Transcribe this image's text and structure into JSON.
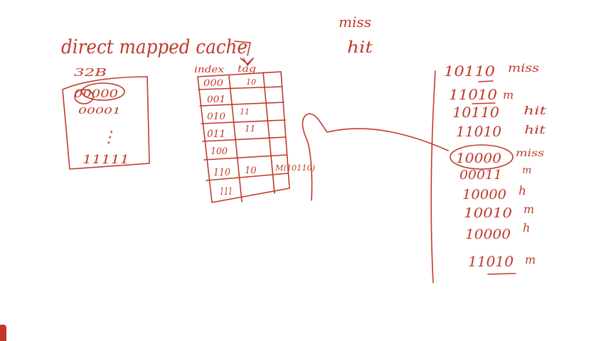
{
  "canvas": {
    "ink_color": "#c0392b",
    "background": "#ffffff"
  },
  "heading": {
    "title": "direct mapped cache",
    "size_note": "32B"
  },
  "status": {
    "word1": "miss",
    "word2": "hit"
  },
  "block_list": {
    "first": "00000",
    "second": "00001",
    "ellipsis": "⋮",
    "last": "11111"
  },
  "table": {
    "index_header": "index",
    "tag_header": "tag",
    "rows": [
      {
        "index": "000",
        "tag": "10",
        "data": ""
      },
      {
        "index": "001",
        "tag": "",
        "data": ""
      },
      {
        "index": "010",
        "tag": "11",
        "data": ""
      },
      {
        "index": "011",
        "tag": "11",
        "data": ""
      },
      {
        "index": "100",
        "tag": "",
        "data": ""
      },
      {
        "index": "110",
        "tag": "10",
        "data": "M(10110)"
      },
      {
        "index": "111",
        "tag": "",
        "data": ""
      }
    ]
  },
  "access_sequence": [
    {
      "address": "10110",
      "result": "miss"
    },
    {
      "address": "11010",
      "result": "m"
    },
    {
      "address": "10110",
      "result": "hit"
    },
    {
      "address": "11010",
      "result": "hit"
    },
    {
      "address": "10000",
      "result": "miss"
    },
    {
      "address": "00011",
      "result": "m"
    },
    {
      "address": "10000",
      "result": "h"
    },
    {
      "address": "10010",
      "result": "m"
    },
    {
      "address": "10000",
      "result": "h"
    },
    {
      "address": "11010",
      "result": "m"
    }
  ]
}
